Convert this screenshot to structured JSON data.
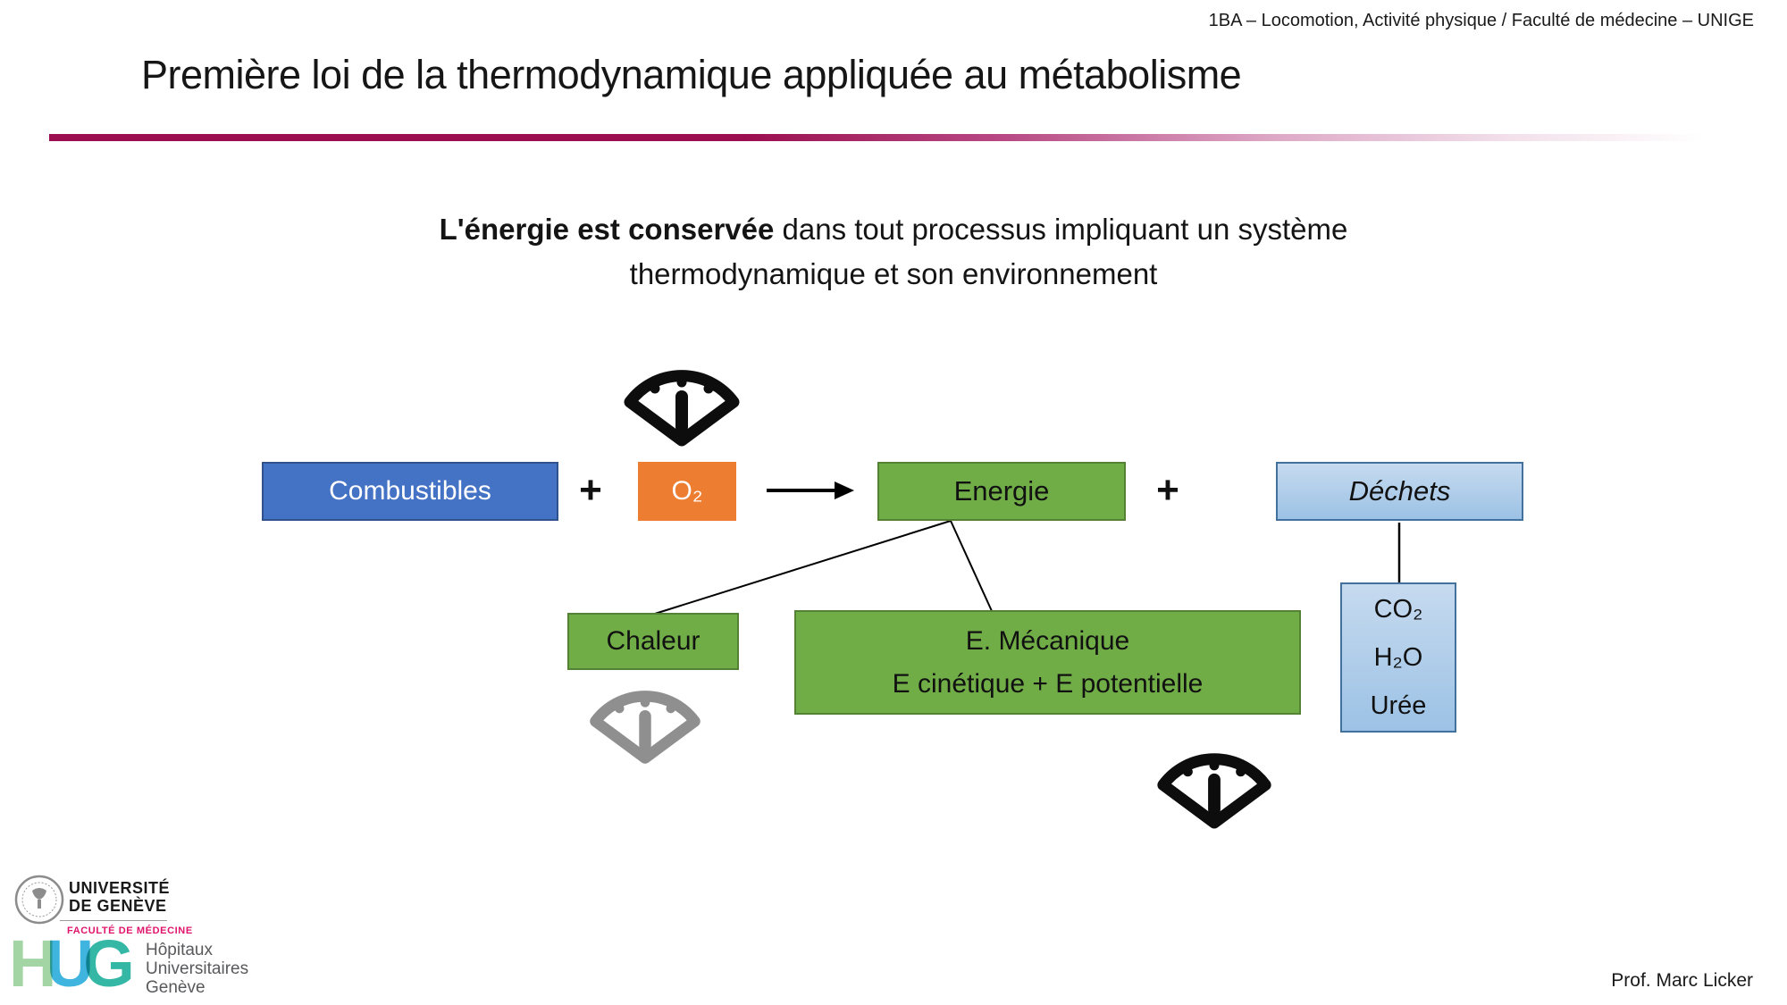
{
  "header": {
    "course": "1BA – Locomotion, Activité physique / Faculté de médecine – UNIGE"
  },
  "title": "Première loi de la thermodynamique appliquée au métabolisme",
  "statement": {
    "bold": "L'énergie est conservée",
    "rest": " dans tout processus impliquant un système",
    "line2": "thermodynamique et son environnement"
  },
  "diagram": {
    "combustibles_label": "Combustibles",
    "plus": "+",
    "o2_label": "O₂",
    "energie_label": "Energie",
    "dechets_label": "Déchets",
    "chaleur_label": "Chaleur",
    "mecanique_line1": "E. Mécanique",
    "mecanique_line2": "E cinétique + E potentielle",
    "waste_lines": [
      "CO₂",
      "H₂O",
      "Urée"
    ]
  },
  "footer": {
    "unige_line1": "UNIVERSITÉ",
    "unige_line2": "DE GENÈVE",
    "unige_faculty": "FACULTÉ DE MÉDECINE",
    "hug_h": "H",
    "hug_u": "U",
    "hug_g": "G",
    "hug_name1": "Hôpitaux",
    "hug_name2": "Universitaires",
    "hug_name3": "Genève",
    "author": "Prof. Marc Licker"
  },
  "colors": {
    "blue_box": "#4472C4",
    "blue_box_border": "#2F528F",
    "orange_box": "#ED7D31",
    "green_box": "#70AD47",
    "green_box_border": "#548235",
    "lightblue_box": "#9CC2E5",
    "lightblue_box_border": "#41719C",
    "divider": "#9B0E51",
    "accent_pink": "#E0146C",
    "hug_h": "#A3D5A4",
    "hug_u": "#3FB4DE",
    "hug_g": "#35B7A5",
    "gauge_gray": "#8F8F8F"
  }
}
